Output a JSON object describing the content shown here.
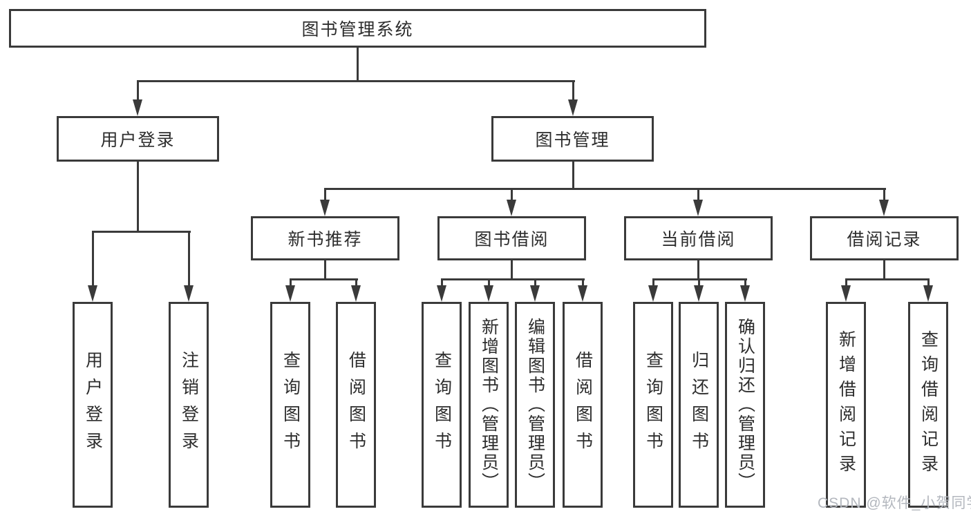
{
  "title": {
    "root": "图书管理系统"
  },
  "level2": {
    "login": "用户登录",
    "manage": "图书管理"
  },
  "level3": {
    "recommend": "新书推荐",
    "borrow": "图书借阅",
    "current": "当前借阅",
    "records": "借阅记录"
  },
  "leaves": {
    "login_user": "用户登录",
    "login_logout": "注销登录",
    "recommend_query": "查询图书",
    "recommend_borrow": "借阅图书",
    "borrow_query": "查询图书",
    "borrow_add": "新增图书（管理员）",
    "borrow_edit": "编辑图书（管理员）",
    "borrow_borrow": "借阅图书",
    "current_query": "查询图书",
    "current_return": "归还图书",
    "current_confirm": "确认归还（管理员）",
    "records_add": "新增借阅记录",
    "records_query": "查询借阅记录"
  },
  "watermark": "CSDN @软件_小贺同学",
  "colors": {
    "line": "#3a3a3a",
    "text": "#2d2d2d",
    "background": "#ffffff",
    "watermark": "#b3b7be"
  }
}
